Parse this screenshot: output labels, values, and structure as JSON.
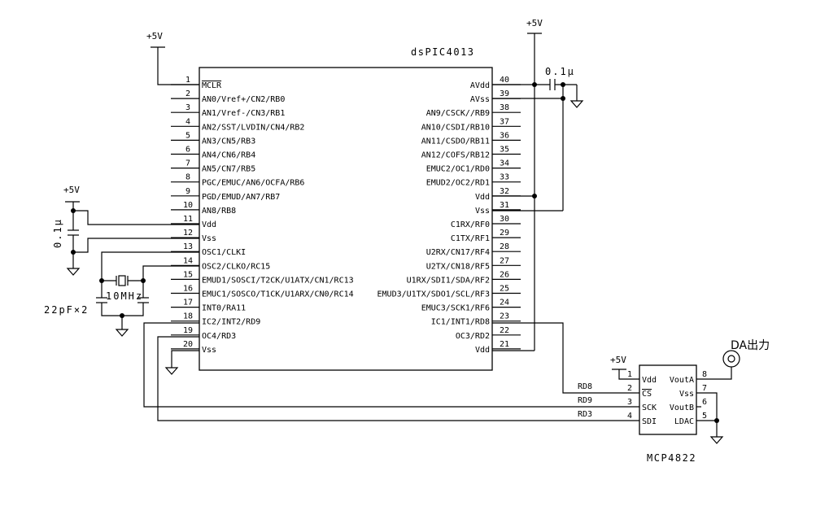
{
  "diagram": {
    "mcu": {
      "name": "dsPIC4013",
      "left_pins": [
        {
          "num": "1",
          "label": "MCLR",
          "overbar": true
        },
        {
          "num": "2",
          "label": "AN0/Vref+/CN2/RB0"
        },
        {
          "num": "3",
          "label": "AN1/Vref-/CN3/RB1"
        },
        {
          "num": "4",
          "label": "AN2/SST/LVDIN/CN4/RB2"
        },
        {
          "num": "5",
          "label": "AN3/CN5/RB3"
        },
        {
          "num": "6",
          "label": "AN4/CN6/RB4"
        },
        {
          "num": "7",
          "label": "AN5/CN7/RB5"
        },
        {
          "num": "8",
          "label": "PGC/EMUC/AN6/OCFA/RB6"
        },
        {
          "num": "9",
          "label": "PGD/EMUD/AN7/RB7"
        },
        {
          "num": "10",
          "label": "AN8/RB8"
        },
        {
          "num": "11",
          "label": "Vdd"
        },
        {
          "num": "12",
          "label": "Vss"
        },
        {
          "num": "13",
          "label": "OSC1/CLKI"
        },
        {
          "num": "14",
          "label": "OSC2/CLKO/RC15"
        },
        {
          "num": "15",
          "label": "EMUD1/SOSCI/T2CK/U1ATX/CN1/RC13"
        },
        {
          "num": "16",
          "label": "EMUC1/SOSCO/T1CK/U1ARX/CN0/RC14"
        },
        {
          "num": "17",
          "label": "INT0/RA11"
        },
        {
          "num": "18",
          "label": "IC2/INT2/RD9"
        },
        {
          "num": "19",
          "label": "OC4/RD3"
        },
        {
          "num": "20",
          "label": "Vss"
        }
      ],
      "right_pins": [
        {
          "num": "40",
          "label": "AVdd"
        },
        {
          "num": "39",
          "label": "AVss"
        },
        {
          "num": "38",
          "label": "AN9/CSCK//RB9"
        },
        {
          "num": "37",
          "label": "AN10/CSDI/RB10"
        },
        {
          "num": "36",
          "label": "AN11/CSDO/RB11"
        },
        {
          "num": "35",
          "label": "AN12/COFS/RB12"
        },
        {
          "num": "34",
          "label": "EMUC2/OC1/RD0"
        },
        {
          "num": "33",
          "label": "EMUD2/OC2/RD1"
        },
        {
          "num": "32",
          "label": "Vdd"
        },
        {
          "num": "31",
          "label": "Vss"
        },
        {
          "num": "30",
          "label": "C1RX/RF0"
        },
        {
          "num": "29",
          "label": "C1TX/RF1"
        },
        {
          "num": "28",
          "label": "U2RX/CN17/RF4"
        },
        {
          "num": "27",
          "label": "U2TX/CN18/RF5"
        },
        {
          "num": "26",
          "label": "U1RX/SDI1/SDA/RF2"
        },
        {
          "num": "25",
          "label": "EMUD3/U1TX/SDO1/SCL/RF3"
        },
        {
          "num": "24",
          "label": "EMUC3/SCK1/RF6"
        },
        {
          "num": "23",
          "label": "IC1/INT1/RD8"
        },
        {
          "num": "22",
          "label": "OC3/RD2"
        },
        {
          "num": "21",
          "label": "Vdd"
        }
      ]
    },
    "dac": {
      "name": "MCP4822",
      "left_pins": [
        {
          "num": "1",
          "label": "Vdd"
        },
        {
          "num": "2",
          "label": "CS",
          "overbar": true
        },
        {
          "num": "3",
          "label": "SCK"
        },
        {
          "num": "4",
          "label": "SDI"
        }
      ],
      "right_pins": [
        {
          "num": "8",
          "label": "VoutA"
        },
        {
          "num": "7",
          "label": "Vss"
        },
        {
          "num": "6",
          "label": "VoutB"
        },
        {
          "num": "5",
          "label": "LDAC"
        }
      ]
    },
    "power_labels": {
      "mclr_supply": "+5V",
      "avdd_supply": "+5V",
      "vdd_supply": "+5V",
      "dac_supply": "+5V"
    },
    "components": {
      "avdd_cap": "0.1μ",
      "vdd_cap": "0.1μ",
      "crystal": "10MHz",
      "load_caps": "22pF×2"
    },
    "nets": {
      "rd8": "RD8",
      "rd9": "RD9",
      "rd3": "RD3"
    },
    "output_label": "DA出力"
  }
}
